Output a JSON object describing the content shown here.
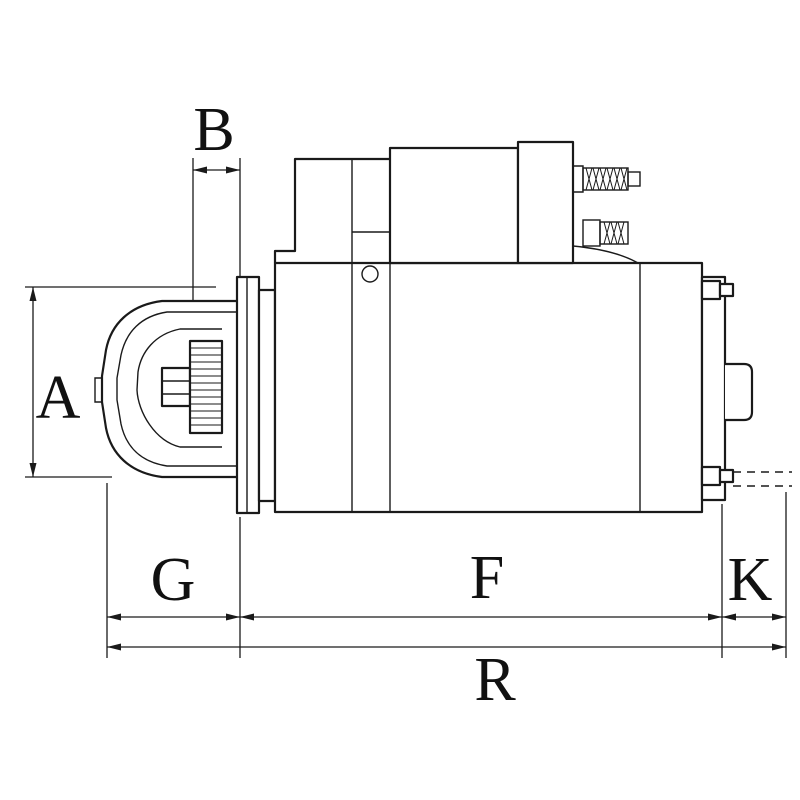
{
  "page": {
    "background": "#ffffff",
    "line_color": "#1a1a1a"
  },
  "drawing": {
    "subject": "starter-motor-side-view-technical-drawing"
  },
  "dimensions": {
    "width_b": "B",
    "height_a": "A",
    "length_g": "G",
    "length_f": "F",
    "length_k": "K",
    "length_r": "R"
  }
}
